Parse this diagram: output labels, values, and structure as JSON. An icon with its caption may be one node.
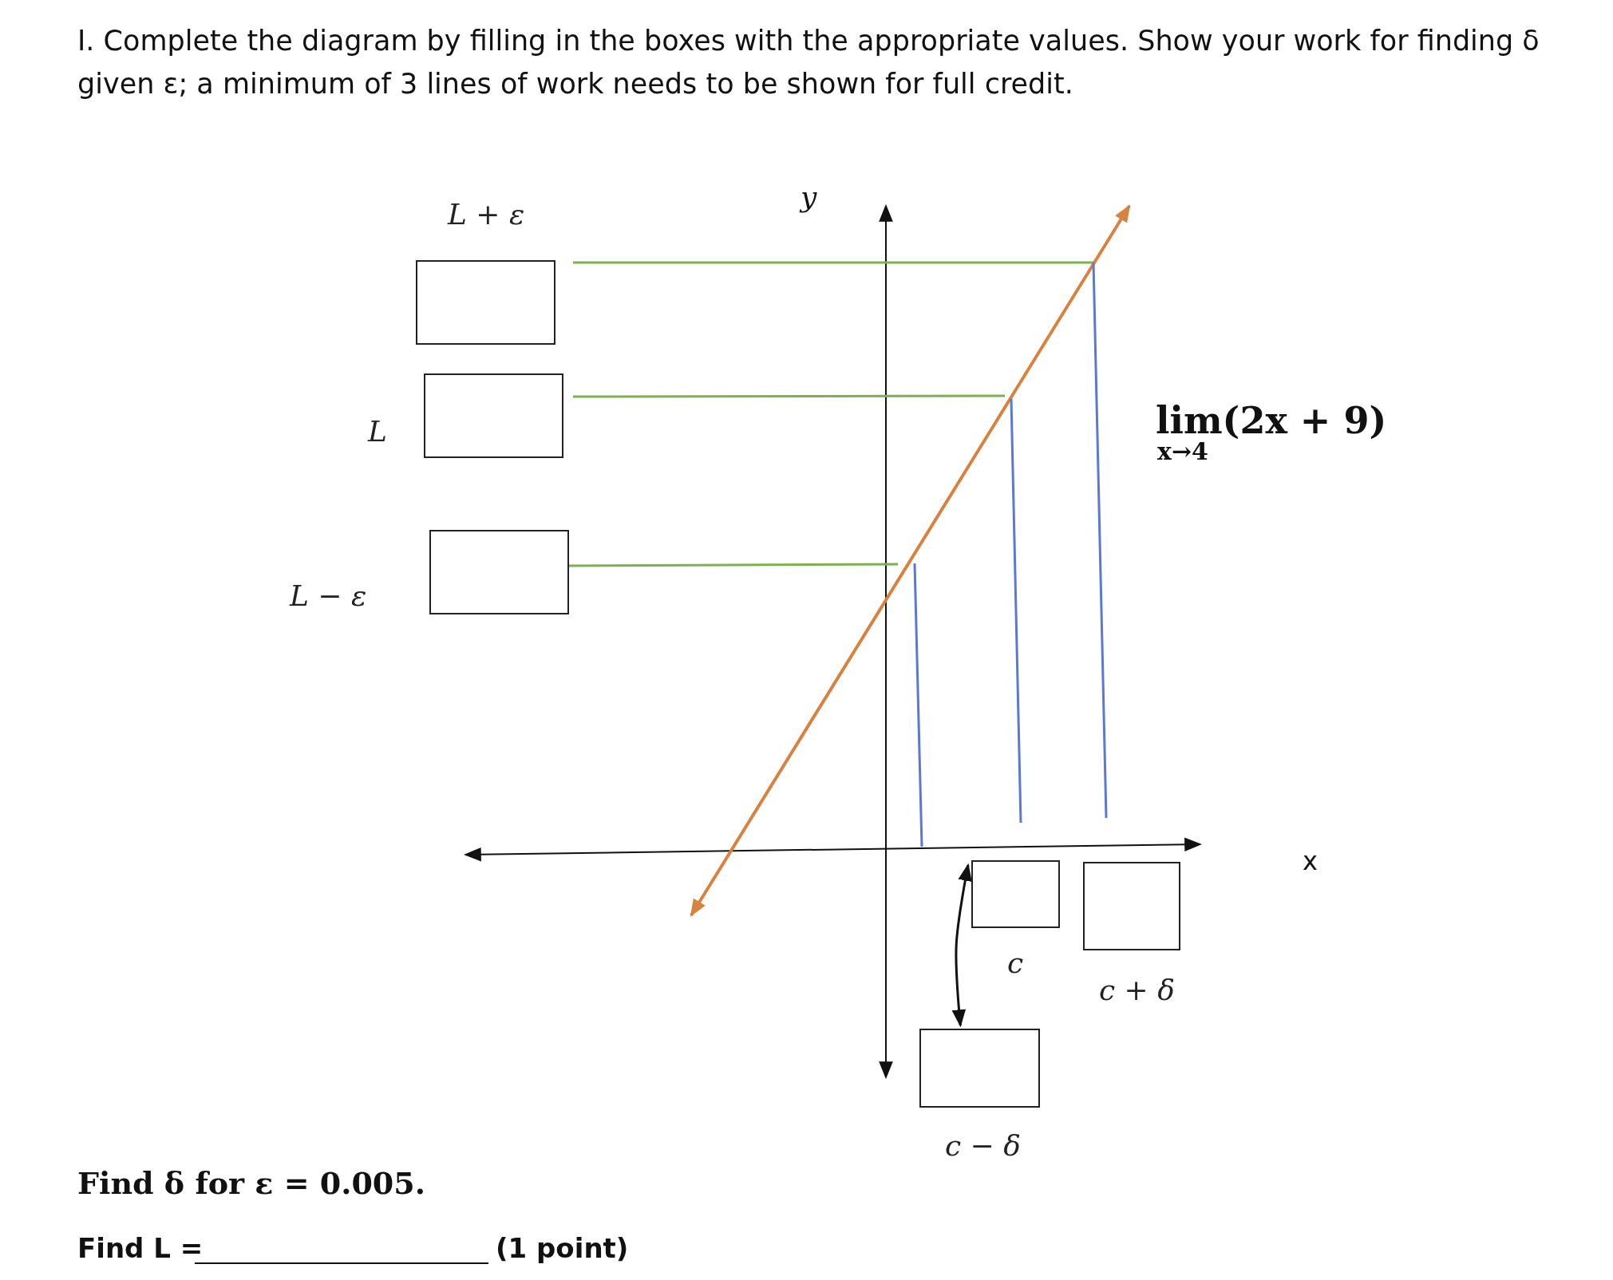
{
  "diagram": {
    "title": "I. Complete the diagram by filling in the boxes with the appropriate values. Show your work for finding δ given ε; a minimum of 3 lines of work needs to be shown for full credit.",
    "nodes": [
      {
        "text": [],
        "shape": "box",
        "beside": [
          "L + ε"
        ]
      },
      {
        "text": [],
        "shape": "box",
        "beside": [
          "L"
        ]
      },
      {
        "text": [],
        "shape": "box",
        "beside": [
          "L − ε"
        ]
      },
      {
        "text": [],
        "shape": "box",
        "beside": [
          "c"
        ]
      },
      {
        "text": [],
        "shape": "box",
        "beside": [
          "c + δ"
        ]
      },
      {
        "text": [],
        "shape": "box",
        "beside": [
          "c − δ"
        ]
      }
    ],
    "edges": [
      {
        "from": 3,
        "to": 5,
        "arrow": "both"
      }
    ],
    "labels": [
      "y",
      "x",
      "lim(2x + 9)",
      "x→4",
      "Find δ for ε = 0.005.",
      "Find L =",
      "(1 point)"
    ]
  }
}
